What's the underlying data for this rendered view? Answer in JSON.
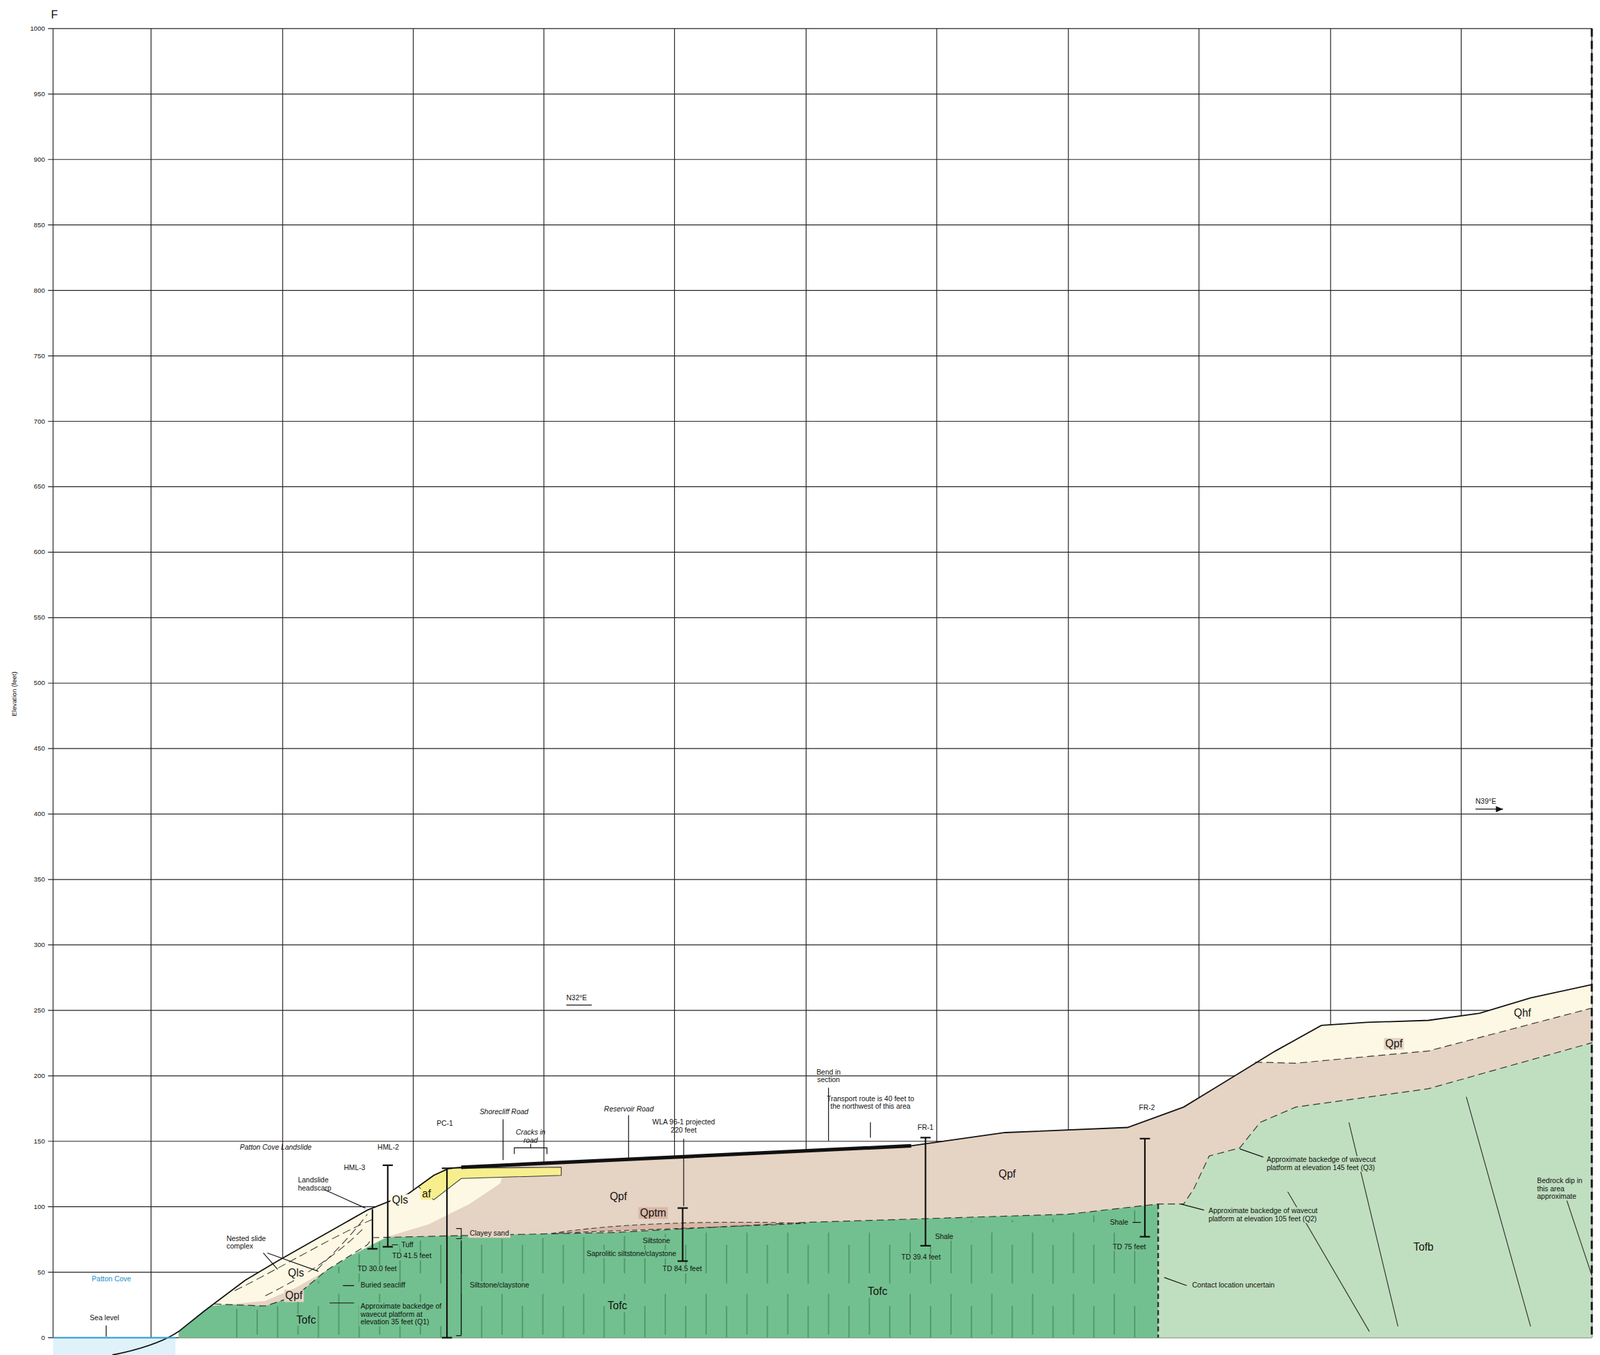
{
  "diagram": {
    "labels": [
      "F",
      "1000",
      "950",
      "900",
      "850",
      "800",
      "750",
      "700",
      "650",
      "600",
      "550",
      "500",
      "450",
      "400",
      "350",
      "300",
      "250",
      "200",
      "150",
      "100",
      "50",
      "0",
      "Elevation (feet)",
      "N32°E",
      "N39°E",
      "Patton Cove Landslide",
      "Landslide headscarp",
      "HML-2",
      "HML-3",
      "PC-1",
      "Shorecliff Road",
      "Cracks in road",
      "Reservoir Road",
      "WLA 96-1 projected 220 feet",
      "Bend in section",
      "Transport route is 40 feet to the northwest of this area",
      "FR-1",
      "FR-2",
      "af",
      "Qls",
      "Qls",
      "Qpf",
      "Tofc",
      "Nested slide complex",
      "Tuff",
      "TD 41.5 feet",
      "TD 30.0 feet",
      "Buried seacliff",
      "Approximate backedge of wavecut platform at elevation 35 feet (Q1)",
      "Clayey sand",
      "Siltstone/claystone",
      "Qpf",
      "Qptm",
      "Siltstone",
      "Saprolitic siltstone/claystone",
      "TD 84.5 feet",
      "Tofc",
      "Tofc",
      "Qpf",
      "Shale",
      "TD 39.4 feet",
      "Shale",
      "TD 75 feet",
      "Contact location uncertain",
      "Approximate backedge of wavecut platform at elevation 105 feet (Q2)",
      "Approximate backedge of wavecut platform at elevation 145 feet (Q3)",
      "Qhf",
      "Qpf",
      "Tofb",
      "Bedrock dip in this area approximate",
      "Patton Cove",
      "Sea level"
    ]
  }
}
